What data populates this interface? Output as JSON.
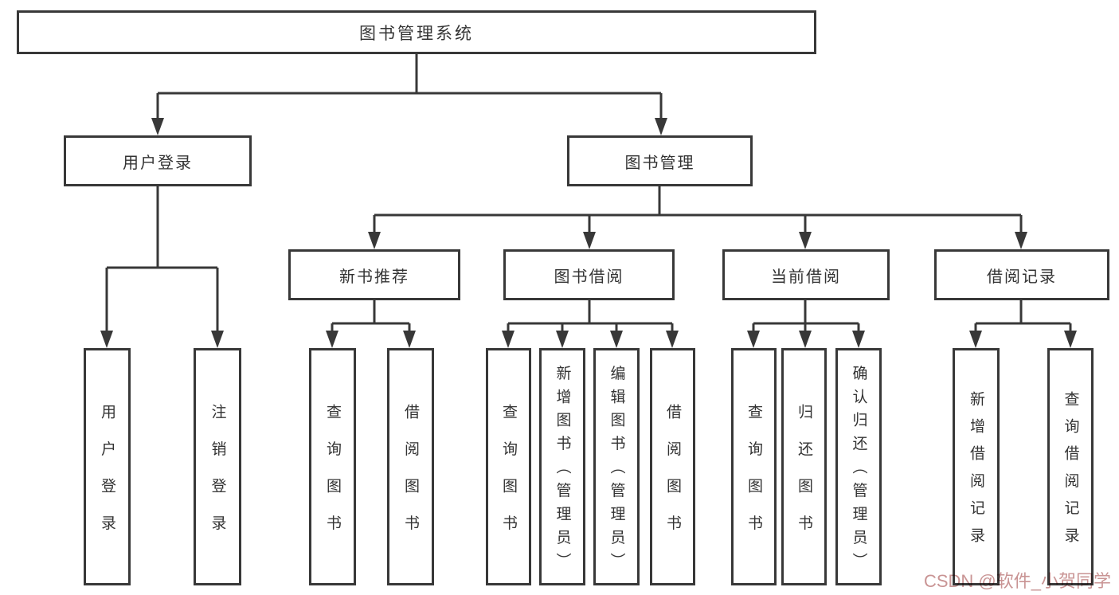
{
  "tree": {
    "root": {
      "label": "图书管理系统"
    },
    "branches": [
      {
        "label": "用户登录",
        "leaves": [
          "用户登录",
          "注销登录"
        ]
      },
      {
        "label": "图书管理",
        "children": [
          {
            "label": "新书推荐",
            "leaves": [
              "查询图书",
              "借阅图书"
            ]
          },
          {
            "label": "图书借阅",
            "leaves": [
              "查询图书",
              "新增图书（管理员）",
              "编辑图书（管理员）",
              "借阅图书"
            ]
          },
          {
            "label": "当前借阅",
            "leaves": [
              "查询图书",
              "归还图书",
              "确认归还（管理员）"
            ]
          },
          {
            "label": "借阅记录",
            "leaves": [
              "新增借阅记录",
              "查询借阅记录"
            ]
          }
        ]
      }
    ]
  },
  "watermark": {
    "text": "CSDN @软件_小贺同学",
    "color": "#c18585"
  },
  "colors": {
    "line": "#383838",
    "box_border": "#383838",
    "text": "#333333",
    "background": "#ffffff"
  }
}
